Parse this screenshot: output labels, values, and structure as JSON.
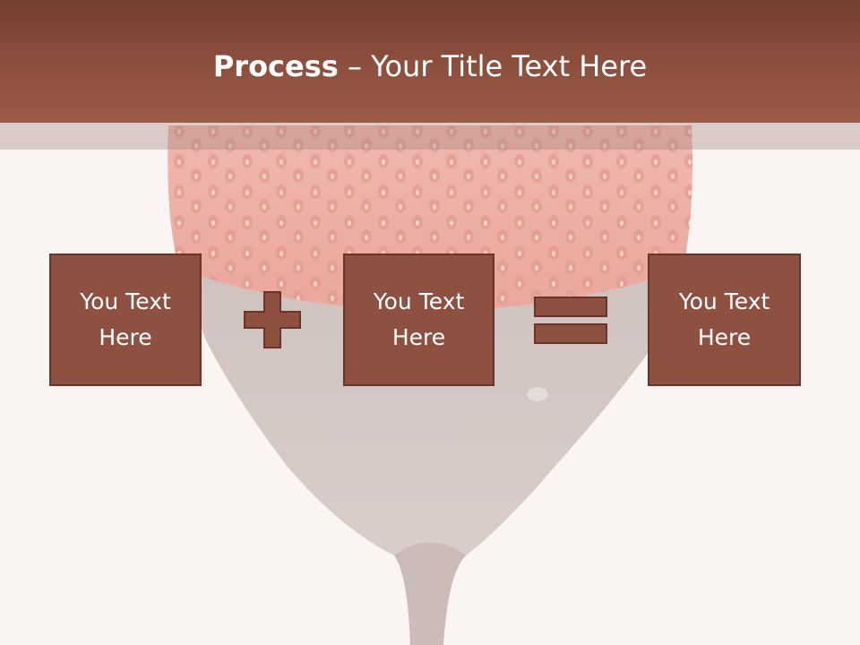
{
  "title": {
    "bold": "Process",
    "rest": " – Your Title Text Here"
  },
  "boxes": [
    {
      "label": "You Text\nHere"
    },
    {
      "label": "You Text\nHere"
    },
    {
      "label": "You Text\nHere"
    }
  ],
  "operators": [
    "plus-icon",
    "equals-icon"
  ],
  "colors": {
    "title_bar": "#8a4d3c",
    "box_fill": "#8e5040",
    "box_border": "#6a3528",
    "background": "#faf5f3"
  }
}
